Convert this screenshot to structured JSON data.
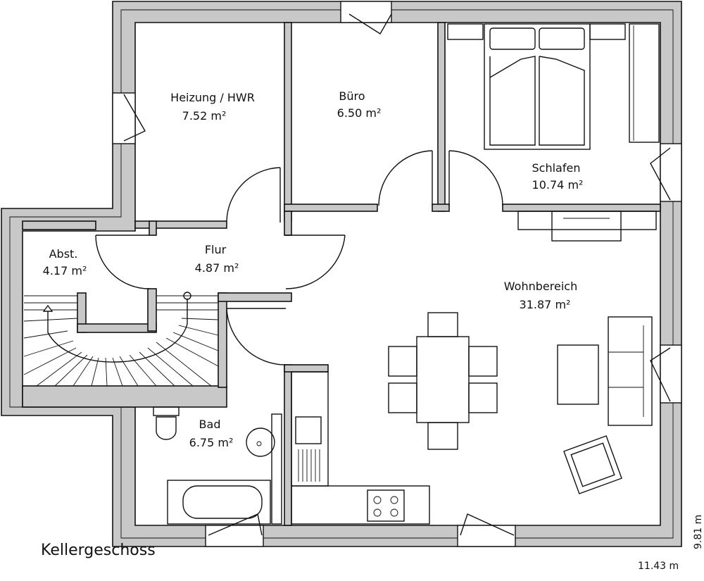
{
  "plan": {
    "floor_name": "Kellergeschoss",
    "width_dim": "11.43 m",
    "depth_dim": "9.81 m",
    "rooms": [
      {
        "name": "Heizung / HWR",
        "area": "7.52 m²"
      },
      {
        "name": "Büro",
        "area": "6.50 m²"
      },
      {
        "name": "Schlafen",
        "area": "10.74 m²"
      },
      {
        "name": "Abst.",
        "area": "4.17 m²"
      },
      {
        "name": "Flur",
        "area": "4.87 m²"
      },
      {
        "name": "Wohnbereich",
        "area": "31.87 m²"
      },
      {
        "name": "Bad",
        "area": "6.75 m²"
      }
    ]
  },
  "colors": {
    "wall_fill": "#c8c8c8",
    "line": "#111111",
    "background": "#ffffff"
  }
}
